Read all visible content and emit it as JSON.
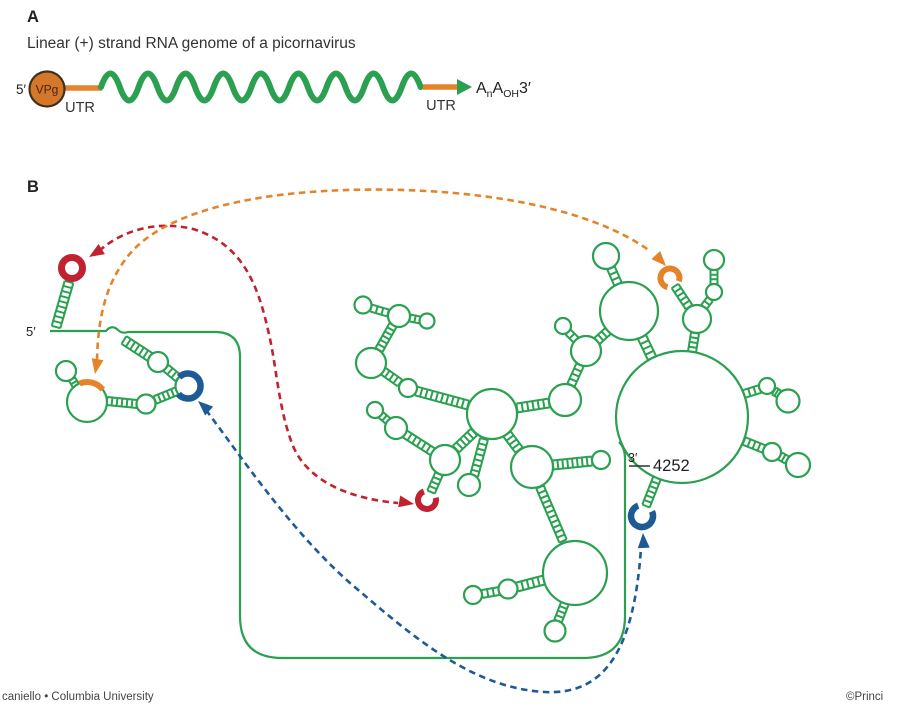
{
  "colors": {
    "green": "#2aa050",
    "red": "#c0222f",
    "orange": "#e5832a",
    "blue": "#1d5a96",
    "text": "#333333",
    "vpg_fill": "#d4772b"
  },
  "panel_a": {
    "label": "A",
    "title": "Linear (+) strand RNA genome of a picornavirus",
    "five_prime": "5′",
    "vpg": "VPg",
    "utr_left": "UTR",
    "utr_right": "UTR",
    "tail_a1": "A",
    "tail_n": "n",
    "tail_a2": "A",
    "tail_oh": "OH",
    "tail_three_prime": "3′"
  },
  "panel_b": {
    "label": "B",
    "five_prime": "5′",
    "three_prime": "3′",
    "position_label": "4252"
  },
  "footer": {
    "left": "caniello • Columbia University",
    "right": "©Princi"
  }
}
